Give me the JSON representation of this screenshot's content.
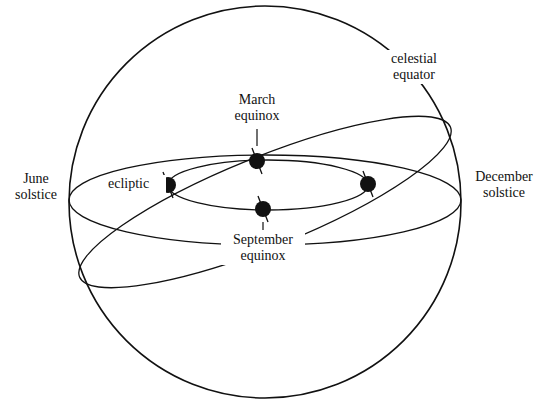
{
  "diagram": {
    "labels": [
      "March equinox",
      "celestial equator",
      "ecliptic",
      "June solstice",
      "December solstice",
      "September equinox"
    ]
  }
}
